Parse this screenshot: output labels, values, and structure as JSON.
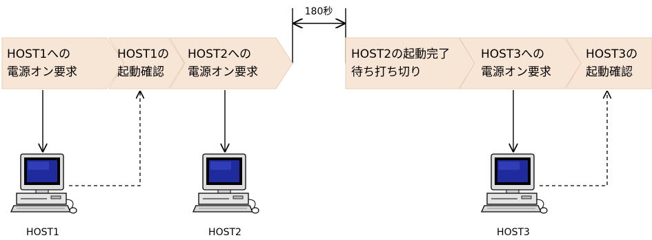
{
  "steps": [
    {
      "line1": "HOST1への",
      "line2": "電源オン要求"
    },
    {
      "line1": "HOST1の",
      "line2": "起動確認"
    },
    {
      "line1": "HOST2への",
      "line2": "電源オン要求"
    },
    {
      "line1": "HOST2の起動完了",
      "line2": "待ち打ち切り"
    },
    {
      "line1": "HOST3への",
      "line2": "電源オン要求"
    },
    {
      "line1": "HOST3の",
      "line2": "起動確認"
    }
  ],
  "wait": {
    "label": "180秒"
  },
  "hosts": [
    {
      "label": "HOST1"
    },
    {
      "label": "HOST2"
    },
    {
      "label": "HOST3"
    }
  ],
  "colors": {
    "step_fill": "#f7e6d6",
    "step_stroke": "#e9cdb4",
    "screen_blue": "#1f2a9c"
  },
  "icons": [
    "computer-icon",
    "arrow-down-icon",
    "dashed-arrow-up-icon",
    "double-arrow-icon"
  ]
}
